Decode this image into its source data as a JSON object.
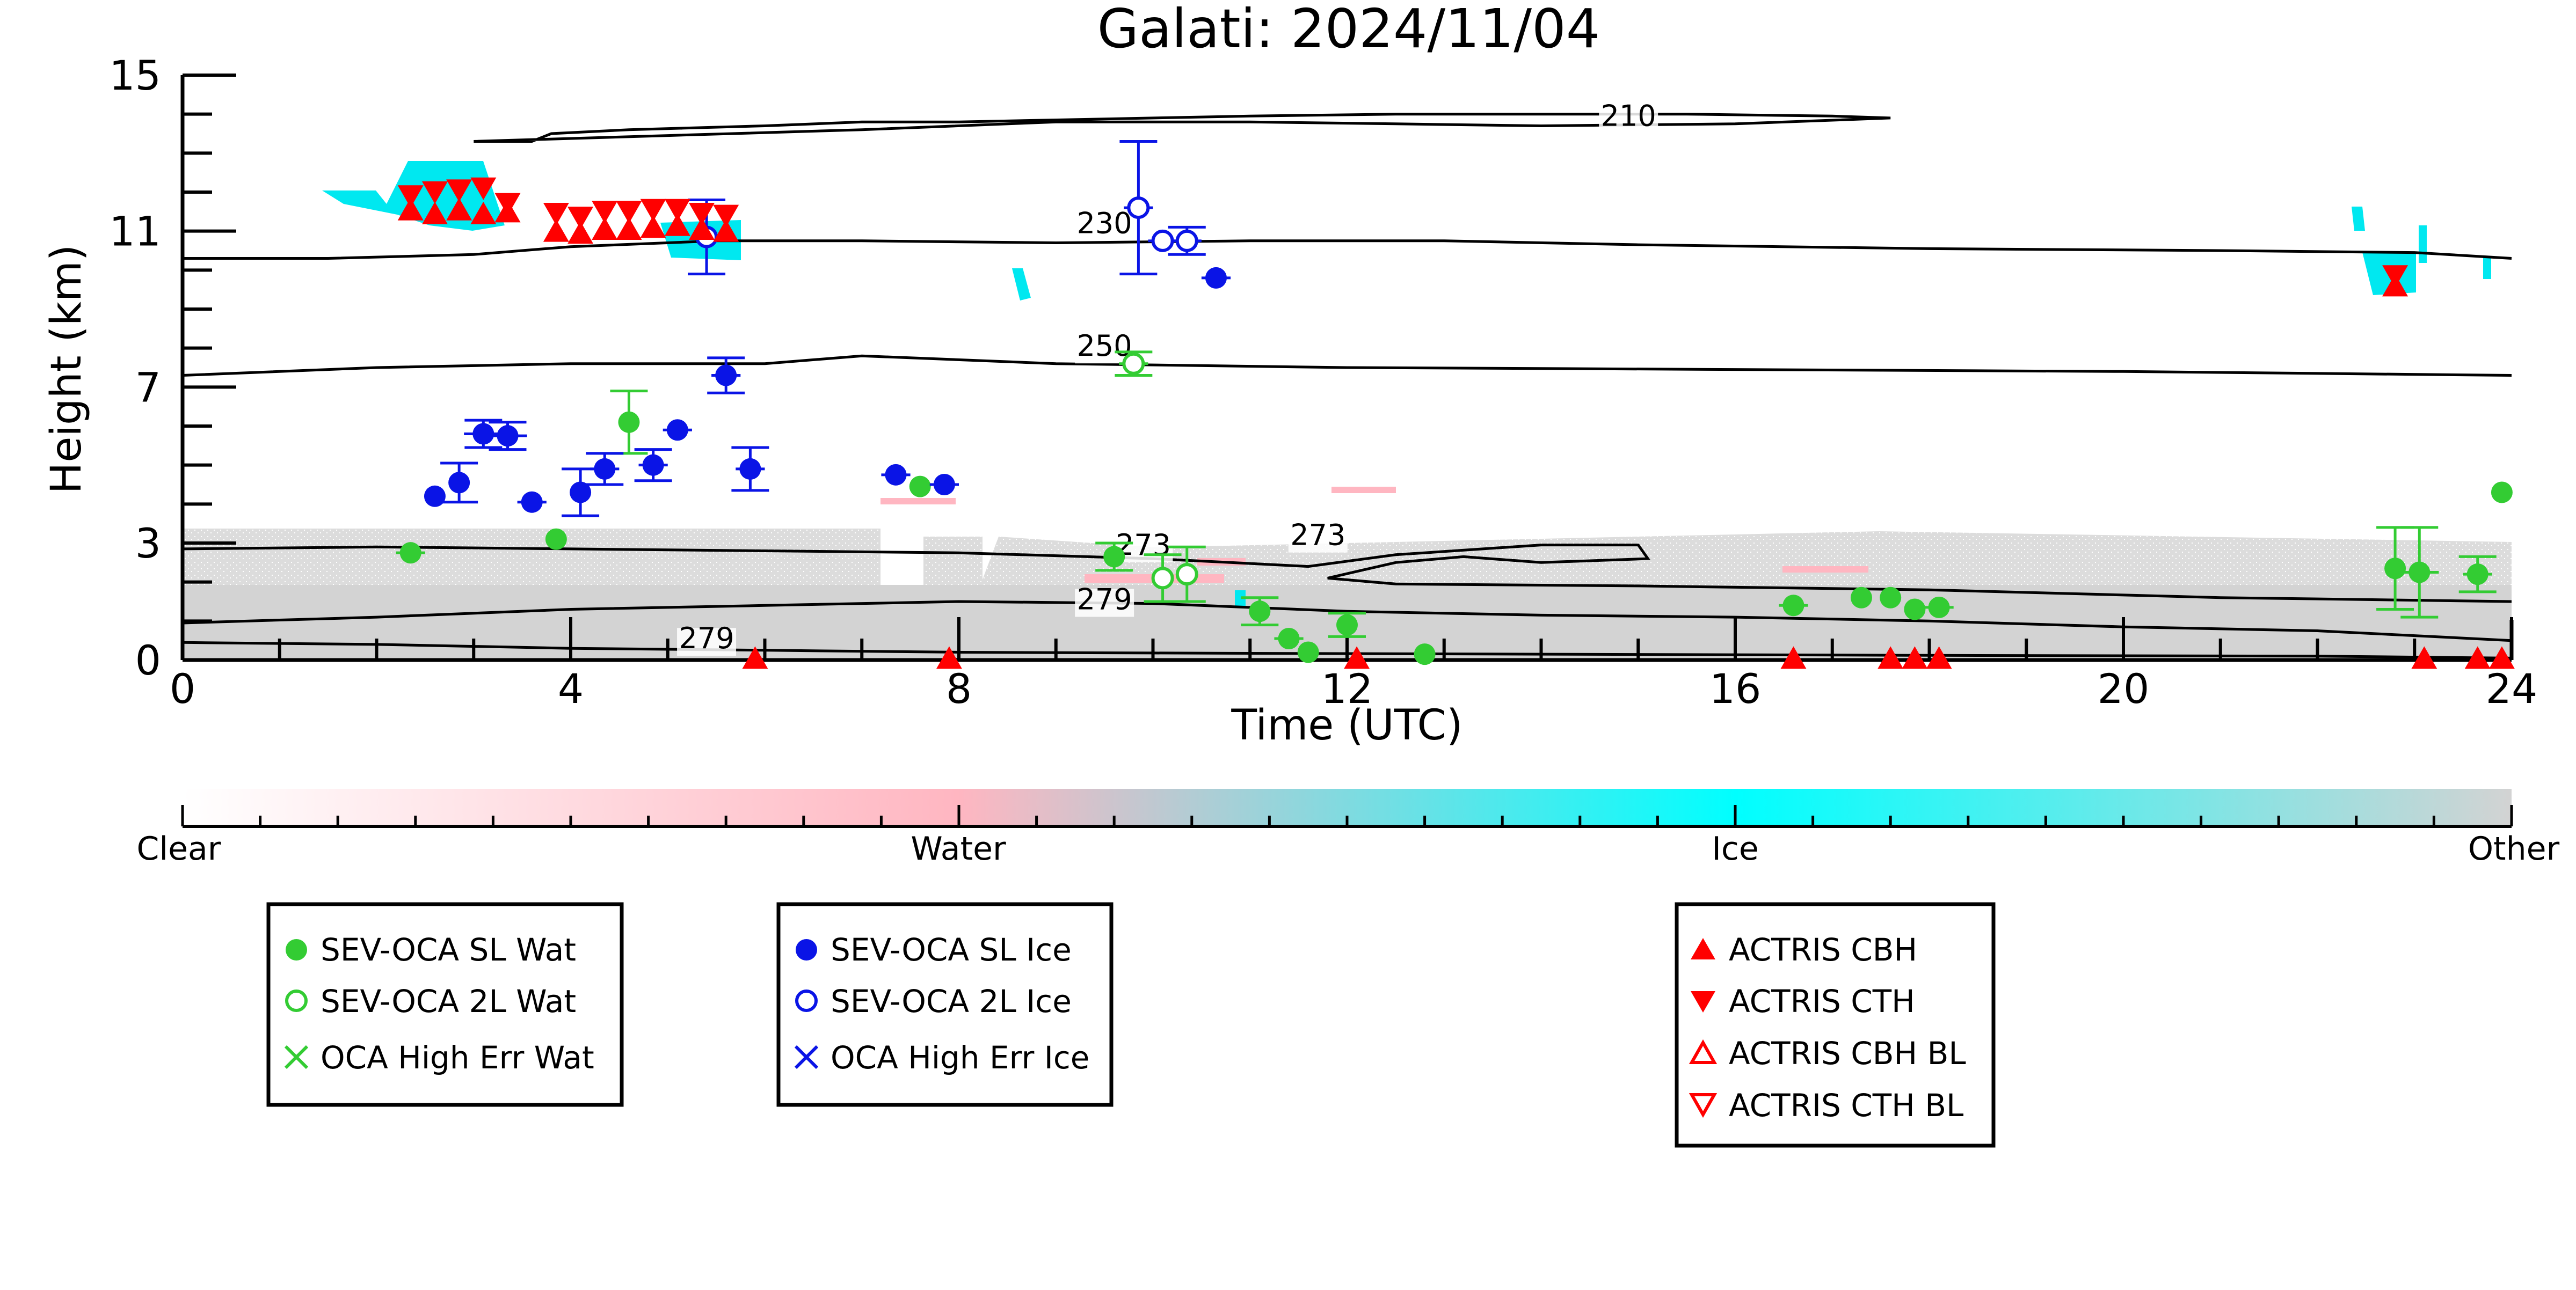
{
  "title": "Galati: 2024/11/04",
  "chart_data": {
    "type": "scatter",
    "title": "Galati: 2024/11/04",
    "xlabel": "Time (UTC)",
    "ylabel": "Height (km)",
    "xlim": [
      0,
      24
    ],
    "ylim": [
      0,
      15
    ],
    "x_ticks": [
      0,
      4,
      8,
      12,
      16,
      20,
      24
    ],
    "y_ticks": [
      0,
      3,
      7,
      11,
      15
    ],
    "colorbar": {
      "labels": [
        "Clear",
        "Water",
        "Ice",
        "Other"
      ],
      "colors": [
        "#ffffff",
        "#ffb6c1",
        "#00ffff",
        "#d3d3d3"
      ]
    },
    "contours": [
      {
        "label": "210",
        "label_at": [
          14.9,
          13.7
        ],
        "points": [
          [
            3.0,
            13.3
          ],
          [
            3.6,
            13.3
          ],
          [
            3.8,
            13.5
          ],
          [
            4.6,
            13.6
          ],
          [
            6.0,
            13.7
          ],
          [
            7.0,
            13.8
          ],
          [
            8.0,
            13.8
          ],
          [
            10.0,
            13.9
          ],
          [
            11.0,
            13.95
          ],
          [
            12.5,
            14.0
          ],
          [
            14.0,
            14.0
          ],
          [
            15.5,
            14.0
          ],
          [
            17.0,
            13.95
          ],
          [
            17.6,
            13.9
          ],
          [
            16.0,
            13.75
          ],
          [
            14.0,
            13.7
          ],
          [
            12.5,
            13.75
          ],
          [
            11.0,
            13.8
          ],
          [
            9.0,
            13.8
          ],
          [
            7.0,
            13.6
          ],
          [
            5.0,
            13.45
          ],
          [
            3.0,
            13.3
          ]
        ]
      },
      {
        "label": "230",
        "label_at": [
          9.5,
          10.95
        ],
        "points": [
          [
            0,
            10.3
          ],
          [
            1.5,
            10.3
          ],
          [
            3.0,
            10.4
          ],
          [
            4.0,
            10.6
          ],
          [
            5.5,
            10.75
          ],
          [
            7.0,
            10.75
          ],
          [
            9.0,
            10.7
          ],
          [
            11.0,
            10.75
          ],
          [
            13.0,
            10.75
          ],
          [
            15.0,
            10.65
          ],
          [
            18.0,
            10.55
          ],
          [
            21.0,
            10.5
          ],
          [
            23.0,
            10.45
          ],
          [
            24.0,
            10.3
          ]
        ]
      },
      {
        "label": "250",
        "label_at": [
          9.5,
          7.8
        ],
        "points": [
          [
            0,
            7.3
          ],
          [
            2.0,
            7.5
          ],
          [
            4.0,
            7.6
          ],
          [
            6.0,
            7.6
          ],
          [
            7.0,
            7.8
          ],
          [
            9.0,
            7.6
          ],
          [
            12.0,
            7.5
          ],
          [
            16.0,
            7.45
          ],
          [
            20.0,
            7.4
          ],
          [
            24.0,
            7.3
          ]
        ]
      },
      {
        "label": "273",
        "label_at": [
          9.9,
          2.7
        ],
        "points": [
          [
            0,
            2.85
          ],
          [
            2.0,
            2.9
          ],
          [
            4.0,
            2.85
          ],
          [
            6.0,
            2.8
          ],
          [
            8.0,
            2.75
          ],
          [
            10.0,
            2.6
          ],
          [
            10.8,
            2.5
          ],
          [
            11.6,
            2.4
          ],
          [
            12.5,
            2.7
          ],
          [
            14.0,
            2.95
          ],
          [
            15.0,
            2.95
          ],
          [
            15.1,
            2.6
          ],
          [
            14.0,
            2.5
          ],
          [
            13.2,
            2.65
          ],
          [
            12.5,
            2.5
          ],
          [
            11.8,
            2.1
          ],
          [
            12.5,
            1.95
          ],
          [
            15.0,
            1.9
          ],
          [
            18.0,
            1.8
          ],
          [
            21.0,
            1.6
          ],
          [
            24.0,
            1.5
          ]
        ]
      },
      {
        "label": "273",
        "label_at": [
          11.7,
          2.95
        ],
        "points": []
      },
      {
        "label": "279",
        "label_at": [
          9.5,
          1.3
        ],
        "points": [
          [
            0,
            0.95
          ],
          [
            2.0,
            1.1
          ],
          [
            4.0,
            1.3
          ],
          [
            6.0,
            1.4
          ],
          [
            8.0,
            1.5
          ],
          [
            10.0,
            1.45
          ],
          [
            12.0,
            1.25
          ],
          [
            14.0,
            1.15
          ],
          [
            16.0,
            1.1
          ],
          [
            18.0,
            1.0
          ],
          [
            20.0,
            0.85
          ],
          [
            22.0,
            0.75
          ],
          [
            24.0,
            0.5
          ]
        ]
      },
      {
        "label": "279",
        "label_at": [
          5.4,
          0.3
        ],
        "points": [
          [
            0,
            0.45
          ],
          [
            2.0,
            0.4
          ],
          [
            4.0,
            0.3
          ],
          [
            6.0,
            0.25
          ],
          [
            8.0,
            0.2
          ],
          [
            10.0,
            0.18
          ],
          [
            14.0,
            0.15
          ],
          [
            18.0,
            0.12
          ],
          [
            22.0,
            0.1
          ],
          [
            24.0,
            0.05
          ]
        ]
      }
    ],
    "series": [
      {
        "name": "SEV-OCA SL Wat",
        "color": "#33cc33",
        "marker": "filled-circle",
        "points": [
          {
            "x": 2.35,
            "y": 2.75,
            "xerr": 0.15,
            "yerr": 0.0
          },
          {
            "x": 3.85,
            "y": 3.1,
            "xerr": 0.1,
            "yerr": 0.0
          },
          {
            "x": 4.6,
            "y": 6.1,
            "xerr": 0.0,
            "yerr": 0.8
          },
          {
            "x": 7.6,
            "y": 4.45,
            "xerr": 0.1,
            "yerr": 0.0
          },
          {
            "x": 9.6,
            "y": 2.65,
            "xerr": 0.0,
            "yerr": 0.35
          },
          {
            "x": 11.1,
            "y": 1.25,
            "xerr": 0.0,
            "yerr": 0.35
          },
          {
            "x": 11.4,
            "y": 0.55,
            "xerr": 0.15,
            "yerr": 0.0
          },
          {
            "x": 11.6,
            "y": 0.2,
            "xerr": 0.1,
            "yerr": 0.0
          },
          {
            "x": 12.0,
            "y": 0.9,
            "xerr": 0.0,
            "yerr": 0.3
          },
          {
            "x": 12.8,
            "y": 0.15,
            "xerr": 0.1,
            "yerr": 0.0
          },
          {
            "x": 16.6,
            "y": 1.4,
            "xerr": 0.15,
            "yerr": 0.0
          },
          {
            "x": 17.3,
            "y": 1.6,
            "xerr": 0.1,
            "yerr": 0.0
          },
          {
            "x": 17.6,
            "y": 1.6,
            "xerr": 0.1,
            "yerr": 0.0
          },
          {
            "x": 17.85,
            "y": 1.3,
            "xerr": 0.1,
            "yerr": 0.0
          },
          {
            "x": 18.1,
            "y": 1.35,
            "xerr": 0.15,
            "yerr": 0.0
          },
          {
            "x": 22.8,
            "y": 2.35,
            "xerr": 0.0,
            "yerr": 1.05
          },
          {
            "x": 23.05,
            "y": 2.25,
            "xerr": 0.2,
            "yerr": 1.15
          },
          {
            "x": 23.65,
            "y": 2.2,
            "xerr": 0.15,
            "yerr": 0.45
          },
          {
            "x": 23.9,
            "y": 4.3,
            "xerr": 0.1,
            "yerr": 0.0
          }
        ]
      },
      {
        "name": "SEV-OCA 2L Wat",
        "color": "#33cc33",
        "marker": "open-circle",
        "points": [
          {
            "x": 9.8,
            "y": 7.6,
            "xerr": 0.15,
            "yerr": 0.3
          },
          {
            "x": 10.1,
            "y": 2.1,
            "xerr": 0.0,
            "yerr": 0.6
          },
          {
            "x": 10.35,
            "y": 2.2,
            "xerr": 0.0,
            "yerr": 0.7
          }
        ]
      },
      {
        "name": "OCA High Err Wat",
        "color": "#33cc33",
        "marker": "x",
        "points": []
      },
      {
        "name": "SEV-OCA SL Ice",
        "color": "#0a14e6",
        "marker": "filled-circle",
        "points": [
          {
            "x": 2.6,
            "y": 4.2,
            "xerr": 0.1,
            "yerr": 0.0
          },
          {
            "x": 2.85,
            "y": 4.55,
            "xerr": 0.1,
            "yerr": 0.5
          },
          {
            "x": 3.1,
            "y": 5.8,
            "xerr": 0.2,
            "yerr": 0.35
          },
          {
            "x": 3.35,
            "y": 5.75,
            "xerr": 0.2,
            "yerr": 0.35
          },
          {
            "x": 3.6,
            "y": 4.05,
            "xerr": 0.15,
            "yerr": 0.0
          },
          {
            "x": 4.1,
            "y": 4.3,
            "xerr": 0.1,
            "yerr": 0.6
          },
          {
            "x": 4.35,
            "y": 4.9,
            "xerr": 0.15,
            "yerr": 0.4
          },
          {
            "x": 4.85,
            "y": 5.0,
            "xerr": 0.15,
            "yerr": 0.4
          },
          {
            "x": 5.1,
            "y": 5.9,
            "xerr": 0.15,
            "yerr": 0.0
          },
          {
            "x": 5.6,
            "y": 7.3,
            "xerr": 0.15,
            "yerr": 0.45
          },
          {
            "x": 5.85,
            "y": 4.9,
            "xerr": 0.15,
            "yerr": 0.55
          },
          {
            "x": 7.35,
            "y": 4.75,
            "xerr": 0.15,
            "yerr": 0.0
          },
          {
            "x": 7.85,
            "y": 4.5,
            "xerr": 0.15,
            "yerr": 0.0
          },
          {
            "x": 10.65,
            "y": 9.8,
            "xerr": 0.15,
            "yerr": 0.0
          }
        ]
      },
      {
        "name": "SEV-OCA 2L Ice",
        "color": "#0a14e6",
        "marker": "open-circle",
        "points": [
          {
            "x": 5.4,
            "y": 10.85,
            "xerr": 0.0,
            "yerr": 0.95
          },
          {
            "x": 9.85,
            "y": 11.6,
            "xerr": 0.15,
            "yerr": 1.7
          },
          {
            "x": 10.1,
            "y": 10.75,
            "xerr": 0.15,
            "yerr": 0.0
          },
          {
            "x": 10.35,
            "y": 10.75,
            "xerr": 0.15,
            "yerr": 0.35
          }
        ]
      },
      {
        "name": "OCA High Err Ice",
        "color": "#0a14e6",
        "marker": "x",
        "points": []
      },
      {
        "name": "ACTRIS CBH",
        "color": "#ff0000",
        "marker": "triangle-up",
        "points": [
          {
            "x": 2.35,
            "y": 11.55
          },
          {
            "x": 2.6,
            "y": 11.45
          },
          {
            "x": 2.85,
            "y": 11.55
          },
          {
            "x": 3.1,
            "y": 11.45
          },
          {
            "x": 3.35,
            "y": 11.5
          },
          {
            "x": 3.85,
            "y": 11.0
          },
          {
            "x": 4.1,
            "y": 10.95
          },
          {
            "x": 4.35,
            "y": 11.05
          },
          {
            "x": 4.6,
            "y": 11.05
          },
          {
            "x": 4.85,
            "y": 11.1
          },
          {
            "x": 5.1,
            "y": 11.15
          },
          {
            "x": 5.35,
            "y": 11.05
          },
          {
            "x": 5.6,
            "y": 11.0
          },
          {
            "x": 22.8,
            "y": 9.6
          },
          {
            "x": 5.9,
            "y": 0.05
          },
          {
            "x": 7.9,
            "y": 0.05
          },
          {
            "x": 12.1,
            "y": 0.05
          },
          {
            "x": 16.6,
            "y": 0.05
          },
          {
            "x": 17.6,
            "y": 0.05
          },
          {
            "x": 17.85,
            "y": 0.05
          },
          {
            "x": 18.1,
            "y": 0.05
          },
          {
            "x": 23.1,
            "y": 0.05
          },
          {
            "x": 23.65,
            "y": 0.05
          },
          {
            "x": 23.9,
            "y": 0.05
          }
        ]
      },
      {
        "name": "ACTRIS CTH",
        "color": "#ff0000",
        "marker": "triangle-down",
        "points": [
          {
            "x": 2.35,
            "y": 11.9
          },
          {
            "x": 2.6,
            "y": 12.0
          },
          {
            "x": 2.85,
            "y": 12.05
          },
          {
            "x": 3.1,
            "y": 12.1
          },
          {
            "x": 3.35,
            "y": 11.7
          },
          {
            "x": 3.85,
            "y": 11.45
          },
          {
            "x": 4.1,
            "y": 11.35
          },
          {
            "x": 4.35,
            "y": 11.5
          },
          {
            "x": 4.6,
            "y": 11.5
          },
          {
            "x": 4.85,
            "y": 11.55
          },
          {
            "x": 5.1,
            "y": 11.55
          },
          {
            "x": 5.35,
            "y": 11.45
          },
          {
            "x": 5.6,
            "y": 11.4
          },
          {
            "x": 22.8,
            "y": 9.85
          }
        ]
      },
      {
        "name": "ACTRIS CBH BL",
        "color": "#ff0000",
        "marker": "open-triangle-up",
        "points": []
      },
      {
        "name": "ACTRIS CTH BL",
        "color": "#ff0000",
        "marker": "open-triangle-down",
        "points": []
      }
    ]
  }
}
